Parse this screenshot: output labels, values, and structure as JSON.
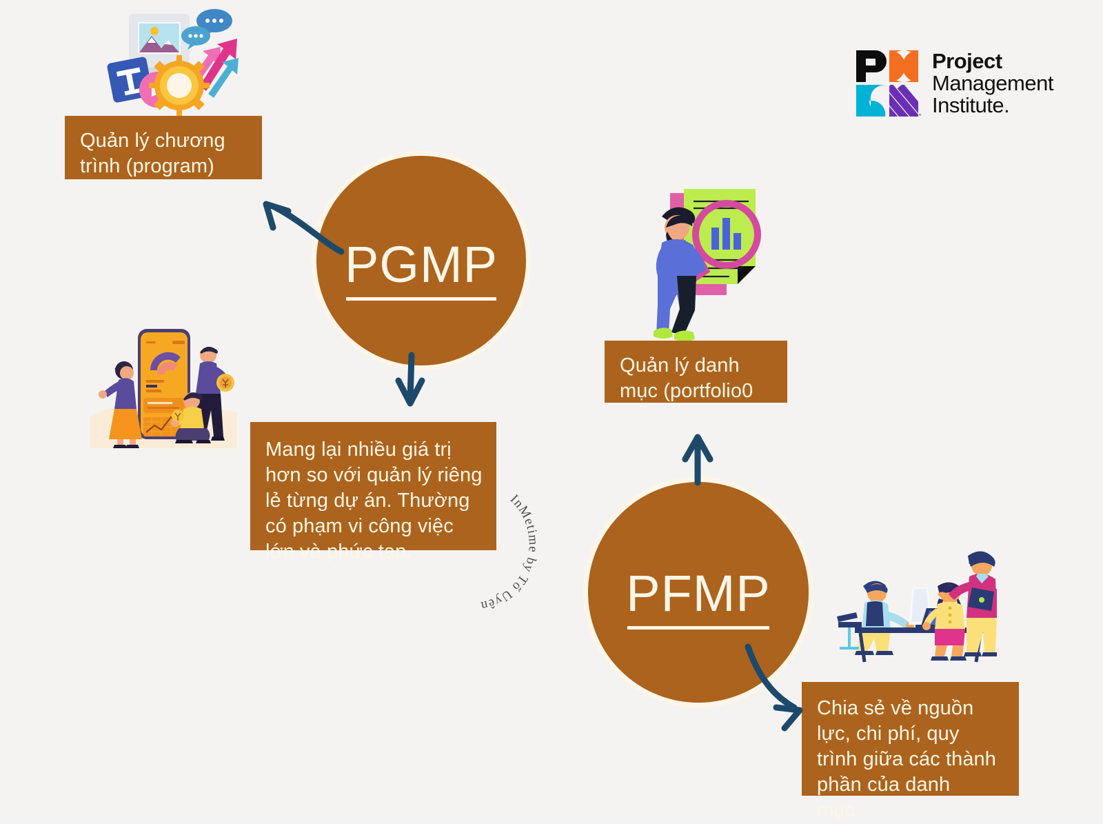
{
  "canvas": {
    "background_color": "#f5f3f1",
    "brand_brown": "#ac631d",
    "cream": "#fdf6e8",
    "arrow_navy": "#1d4a6b"
  },
  "nodes": {
    "pgmp": {
      "label": "PGMP"
    },
    "pfmp": {
      "label": "PFMP"
    }
  },
  "boxes": {
    "program": {
      "text": "Quản lý chương\ntrình (program)"
    },
    "value": {
      "text": "Mang lại nhiều giá trị\nhơn so với quản lý riêng\nlẻ từng dự án. Thường\ncó phạm vi công việc\nlớn và phức tạp."
    },
    "portfolio": {
      "text": "Quản lý danh\nmục (portfolio0"
    },
    "share": {
      "text": "Chia sẻ về nguồn\nlực, chi phí, quy\ntrình giữa các thành\nphần của danh\nmục."
    }
  },
  "logo": {
    "line1": "Project",
    "line2": "Management",
    "line3": "Institute.",
    "trademark": "™",
    "registered": "®",
    "colors": {
      "p_black": "#0d0d0d",
      "orange": "#f36e21",
      "cyan": "#00b2d6",
      "purple": "#6b2fb5"
    }
  },
  "watermark": {
    "text": "InMetime by Tố Uyên"
  },
  "illustrations": {
    "media": {
      "name": "media-design-icons"
    },
    "mobile": {
      "name": "team-mobile-analytics"
    },
    "magnifier": {
      "name": "man-magnifier-report"
    },
    "team": {
      "name": "team-desk-meeting"
    }
  },
  "arrows": [
    {
      "name": "arrow-pgmp-to-program",
      "direction": "up-left"
    },
    {
      "name": "arrow-pgmp-to-value",
      "direction": "down"
    },
    {
      "name": "arrow-pfmp-to-portfolio",
      "direction": "up"
    },
    {
      "name": "arrow-pfmp-to-share",
      "direction": "down-right"
    }
  ]
}
